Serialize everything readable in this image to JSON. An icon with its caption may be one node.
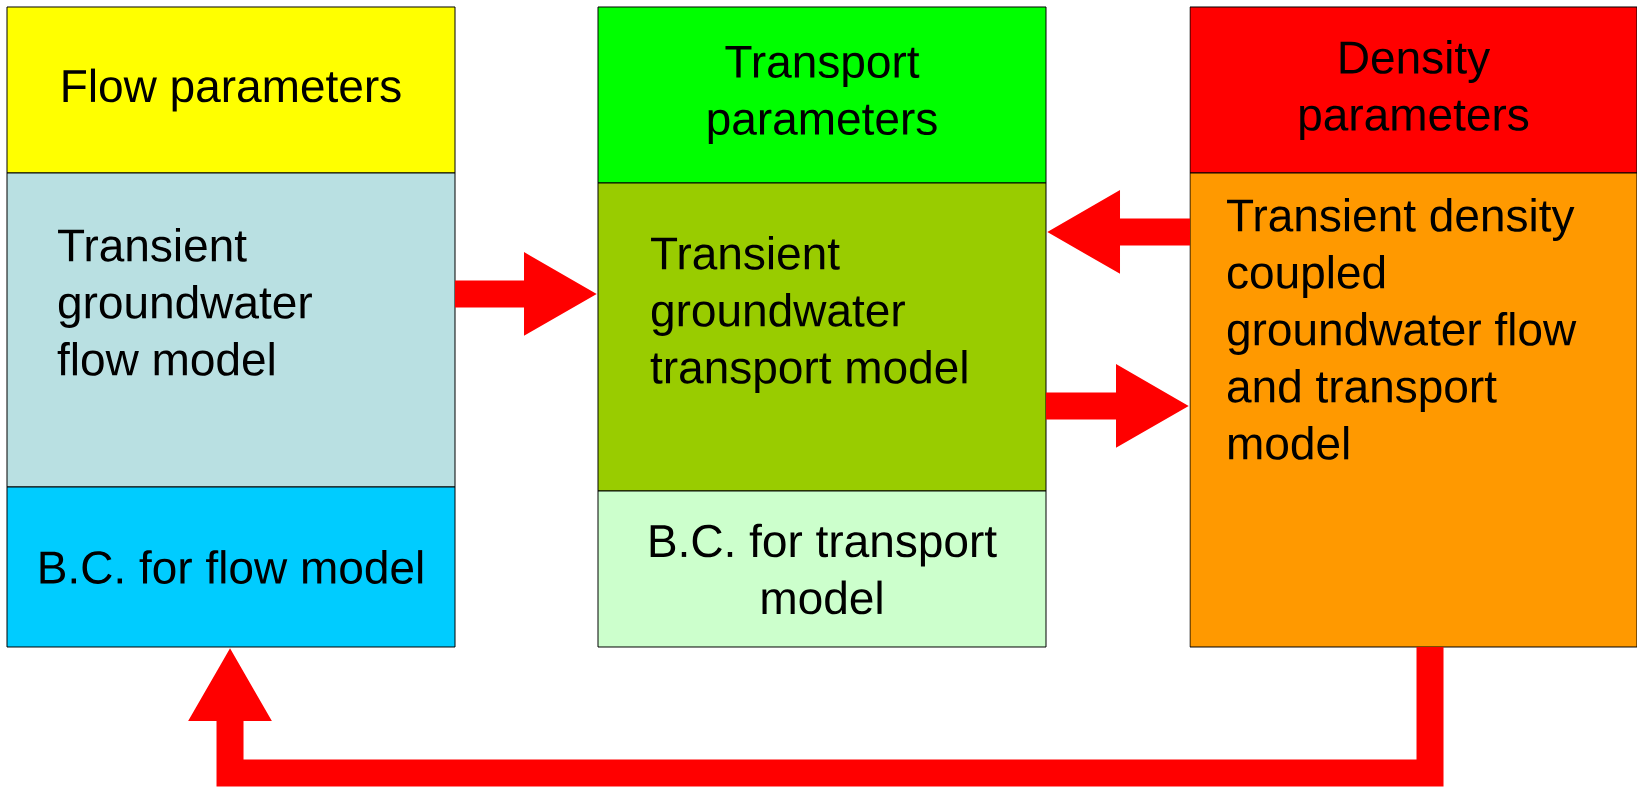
{
  "diagram": {
    "nodes": [
      {
        "text": [
          "Flow parameters"
        ]
      },
      {
        "text": [
          "Transient groundwater flow model"
        ]
      },
      {
        "text": [
          "B.C. for flow model"
        ]
      },
      {
        "text": [
          "Transport parameters"
        ]
      },
      {
        "text": [
          "Transient groundwater transport model"
        ]
      },
      {
        "text": [
          "B.C. for transport model"
        ]
      },
      {
        "text": [
          "Density parameters"
        ]
      },
      {
        "text": [
          "Transient density coupled groundwater flow and transport model"
        ]
      }
    ],
    "edges": [
      {
        "from": 1,
        "to": 4,
        "arrow": "to"
      },
      {
        "from": 7,
        "to": 4,
        "arrow": "to"
      },
      {
        "from": 4,
        "to": 7,
        "arrow": "to"
      },
      {
        "from": 7,
        "to": 2,
        "arrow": "to"
      }
    ]
  }
}
